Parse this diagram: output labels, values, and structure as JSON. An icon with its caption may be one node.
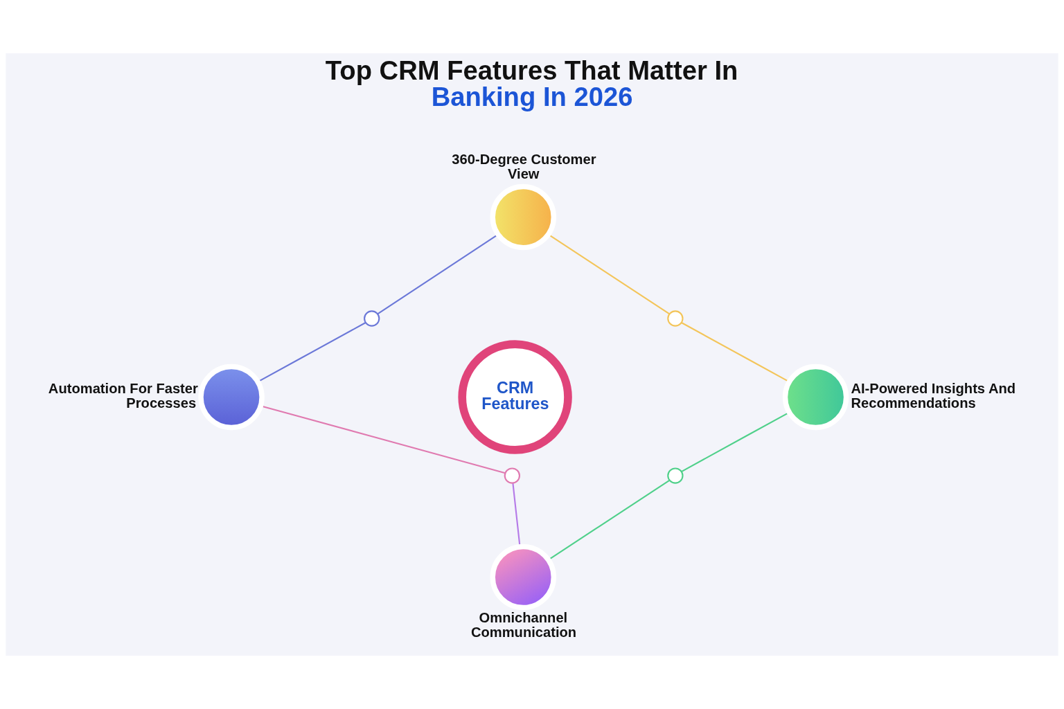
{
  "diagram": {
    "title": "Top CRM Features That Matter In Banking In 2026",
    "nodes": [
      {
        "text": [
          "360-Degree Customer View"
        ]
      },
      {
        "text": [],
        "shape": "circle"
      },
      {
        "text": [],
        "shape": "circle"
      },
      {
        "text": [
          "Automation For Faster Processes"
        ]
      },
      {
        "text": [
          "CRM Features"
        ]
      },
      {
        "text": [
          "AI-Powered Insights And Recommendations"
        ]
      },
      {
        "text": [],
        "shape": "circle"
      },
      {
        "text": [],
        "shape": "circle"
      },
      {
        "text": [
          "Omnichannel Communication"
        ]
      }
    ],
    "edges": [
      {
        "from": 0,
        "to": 1,
        "arrow": "none",
        "color": "#6b78d8"
      },
      {
        "from": 1,
        "to": 3,
        "arrow": "none",
        "color": "#6b78d8"
      },
      {
        "from": 3,
        "to": 6,
        "arrow": "none",
        "color": "#e07ab0"
      },
      {
        "from": 6,
        "to": 8,
        "arrow": "none",
        "color": "#b57ae8"
      },
      {
        "from": 0,
        "to": 2,
        "arrow": "none",
        "color": "#f3c55a"
      },
      {
        "from": 2,
        "to": 5,
        "arrow": "none",
        "color": "#f3c55a"
      },
      {
        "from": 5,
        "to": 7,
        "arrow": "none",
        "color": "#4fd08a"
      },
      {
        "from": 7,
        "to": 8,
        "arrow": "none",
        "color": "#4fd08a"
      }
    ]
  }
}
